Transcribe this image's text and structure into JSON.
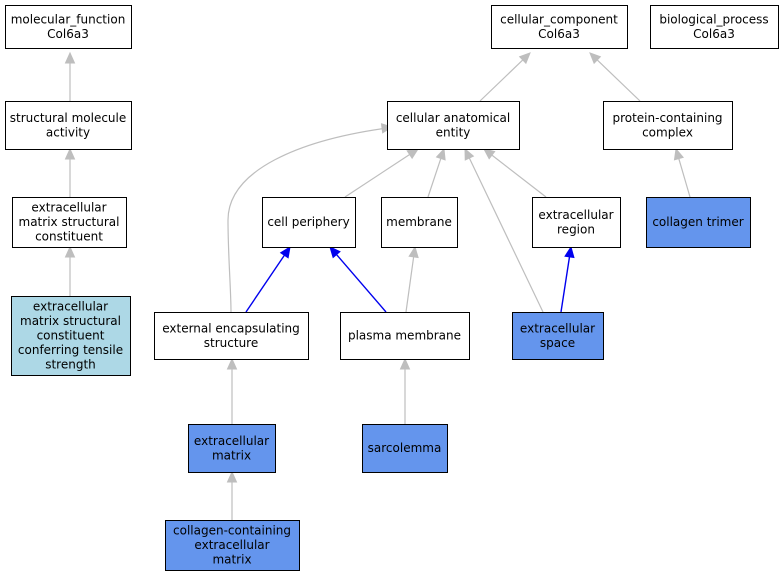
{
  "palette": {
    "plain_fill": "#ffffff",
    "highlight_fill": "#6495ed",
    "query_fill": "#add8e6",
    "gray_edge": "#bebebe",
    "blue_edge": "#0000ee"
  },
  "nodes": [
    {
      "id": "molecular_function",
      "lines": [
        "molecular_function",
        "Col6a3"
      ],
      "style": "plain"
    },
    {
      "id": "cellular_component",
      "lines": [
        "cellular_component",
        "Col6a3"
      ],
      "style": "plain"
    },
    {
      "id": "biological_process",
      "lines": [
        "biological_process",
        "Col6a3"
      ],
      "style": "plain"
    },
    {
      "id": "structural_molecule_activity",
      "lines": [
        "structural molecule",
        "activity"
      ],
      "style": "plain"
    },
    {
      "id": "cellular_anatomical_entity",
      "lines": [
        "cellular anatomical",
        "entity"
      ],
      "style": "plain"
    },
    {
      "id": "protein_containing_complex",
      "lines": [
        "protein-containing",
        "complex"
      ],
      "style": "plain"
    },
    {
      "id": "ecm_structural_constituent",
      "lines": [
        "extracellular",
        "matrix structural",
        "constituent"
      ],
      "style": "plain"
    },
    {
      "id": "cell_periphery",
      "lines": [
        "cell periphery"
      ],
      "style": "plain"
    },
    {
      "id": "membrane",
      "lines": [
        "membrane"
      ],
      "style": "plain"
    },
    {
      "id": "extracellular_region",
      "lines": [
        "extracellular",
        "region"
      ],
      "style": "plain"
    },
    {
      "id": "collagen_trimer",
      "lines": [
        "collagen trimer"
      ],
      "style": "highlight"
    },
    {
      "id": "ecm_tensile",
      "lines": [
        "extracellular",
        "matrix structural",
        "constituent",
        "conferring tensile",
        "strength"
      ],
      "style": "query"
    },
    {
      "id": "external_encapsulating_structure",
      "lines": [
        "external encapsulating",
        "structure"
      ],
      "style": "plain"
    },
    {
      "id": "plasma_membrane",
      "lines": [
        "plasma membrane"
      ],
      "style": "plain"
    },
    {
      "id": "extracellular_space",
      "lines": [
        "extracellular",
        "space"
      ],
      "style": "highlight"
    },
    {
      "id": "extracellular_matrix",
      "lines": [
        "extracellular",
        "matrix"
      ],
      "style": "highlight"
    },
    {
      "id": "sarcolemma",
      "lines": [
        "sarcolemma"
      ],
      "style": "highlight"
    },
    {
      "id": "collagen_containing_ecm",
      "lines": [
        "collagen-containing",
        "extracellular",
        "matrix"
      ],
      "style": "highlight"
    }
  ],
  "edges": [
    {
      "from": "structural_molecule_activity",
      "to": "molecular_function",
      "kind": "is_a"
    },
    {
      "from": "ecm_structural_constituent",
      "to": "structural_molecule_activity",
      "kind": "is_a"
    },
    {
      "from": "ecm_tensile",
      "to": "ecm_structural_constituent",
      "kind": "is_a"
    },
    {
      "from": "cellular_anatomical_entity",
      "to": "cellular_component",
      "kind": "is_a"
    },
    {
      "from": "protein_containing_complex",
      "to": "cellular_component",
      "kind": "is_a"
    },
    {
      "from": "cell_periphery",
      "to": "cellular_anatomical_entity",
      "kind": "is_a"
    },
    {
      "from": "membrane",
      "to": "cellular_anatomical_entity",
      "kind": "is_a"
    },
    {
      "from": "extracellular_region",
      "to": "cellular_anatomical_entity",
      "kind": "is_a"
    },
    {
      "from": "external_encapsulating_structure",
      "to": "cellular_anatomical_entity",
      "kind": "is_a"
    },
    {
      "from": "extracellular_space",
      "to": "cellular_anatomical_entity",
      "kind": "is_a"
    },
    {
      "from": "collagen_trimer",
      "to": "protein_containing_complex",
      "kind": "is_a"
    },
    {
      "from": "external_encapsulating_structure",
      "to": "cell_periphery",
      "kind": "part_of"
    },
    {
      "from": "plasma_membrane",
      "to": "cell_periphery",
      "kind": "part_of"
    },
    {
      "from": "plasma_membrane",
      "to": "membrane",
      "kind": "is_a"
    },
    {
      "from": "extracellular_space",
      "to": "extracellular_region",
      "kind": "part_of"
    },
    {
      "from": "extracellular_matrix",
      "to": "external_encapsulating_structure",
      "kind": "is_a"
    },
    {
      "from": "sarcolemma",
      "to": "plasma_membrane",
      "kind": "is_a"
    },
    {
      "from": "collagen_containing_ecm",
      "to": "extracellular_matrix",
      "kind": "is_a"
    }
  ]
}
